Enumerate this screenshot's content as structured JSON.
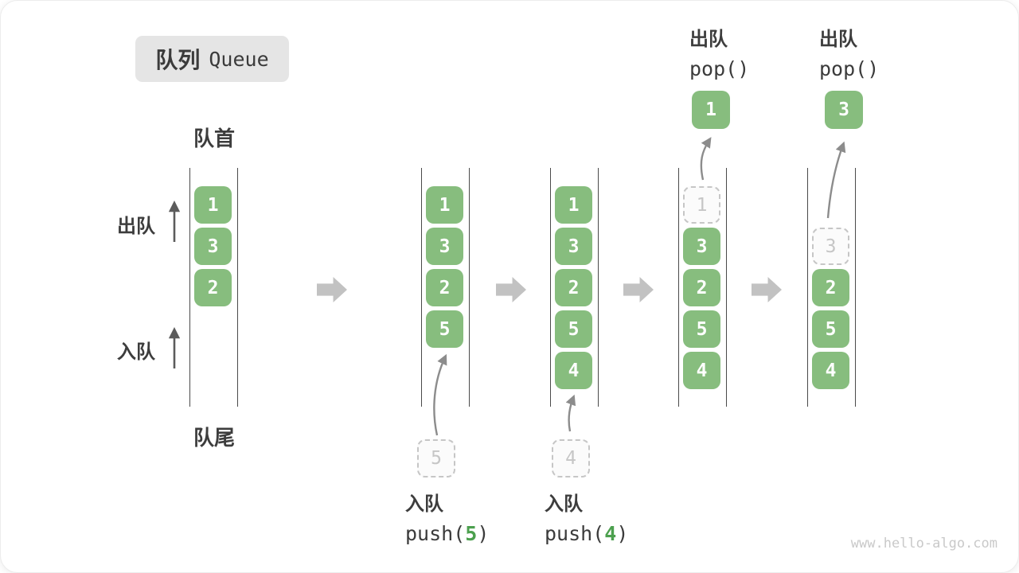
{
  "header": {
    "title_zh": "队列",
    "title_en": "Queue"
  },
  "side_labels": {
    "front": "队首",
    "rear": "队尾",
    "dequeue": "出队",
    "enqueue": "入队"
  },
  "queues": [
    {
      "state": 1,
      "items": [
        {
          "value": "1"
        },
        {
          "value": "3"
        },
        {
          "value": "2"
        }
      ]
    },
    {
      "state": 2,
      "items": [
        {
          "value": "1"
        },
        {
          "value": "3"
        },
        {
          "value": "2"
        },
        {
          "value": "5"
        }
      ]
    },
    {
      "state": 3,
      "items": [
        {
          "value": "1"
        },
        {
          "value": "3"
        },
        {
          "value": "2"
        },
        {
          "value": "5"
        },
        {
          "value": "4"
        }
      ]
    },
    {
      "state": 4,
      "items": [
        {
          "value": "1",
          "ghost": true
        },
        {
          "value": "3"
        },
        {
          "value": "2"
        },
        {
          "value": "5"
        },
        {
          "value": "4"
        }
      ]
    },
    {
      "state": 5,
      "items": [
        {
          "value": "3",
          "ghost": true
        },
        {
          "value": "2"
        },
        {
          "value": "5"
        },
        {
          "value": "4"
        }
      ]
    }
  ],
  "operations": {
    "push5": {
      "action": "入队",
      "code_pre": "push(",
      "arg": "5",
      "code_post": ")",
      "staged": "5"
    },
    "push4": {
      "action": "入队",
      "code_pre": "push(",
      "arg": "4",
      "code_post": ")",
      "staged": "4"
    },
    "pop1": {
      "action": "出队",
      "code": "pop()",
      "popped": "1"
    },
    "pop3": {
      "action": "出队",
      "code": "pop()",
      "popped": "3"
    }
  },
  "watermark": "www.hello-algo.com",
  "colors": {
    "element_green": "#87bd7e",
    "code_arg_green": "#4ca04e",
    "flow_arrow_gray": "#c2c2c2",
    "ghost_gray": "#c6c6c6",
    "title_badge_bg": "#e5e5e5"
  }
}
